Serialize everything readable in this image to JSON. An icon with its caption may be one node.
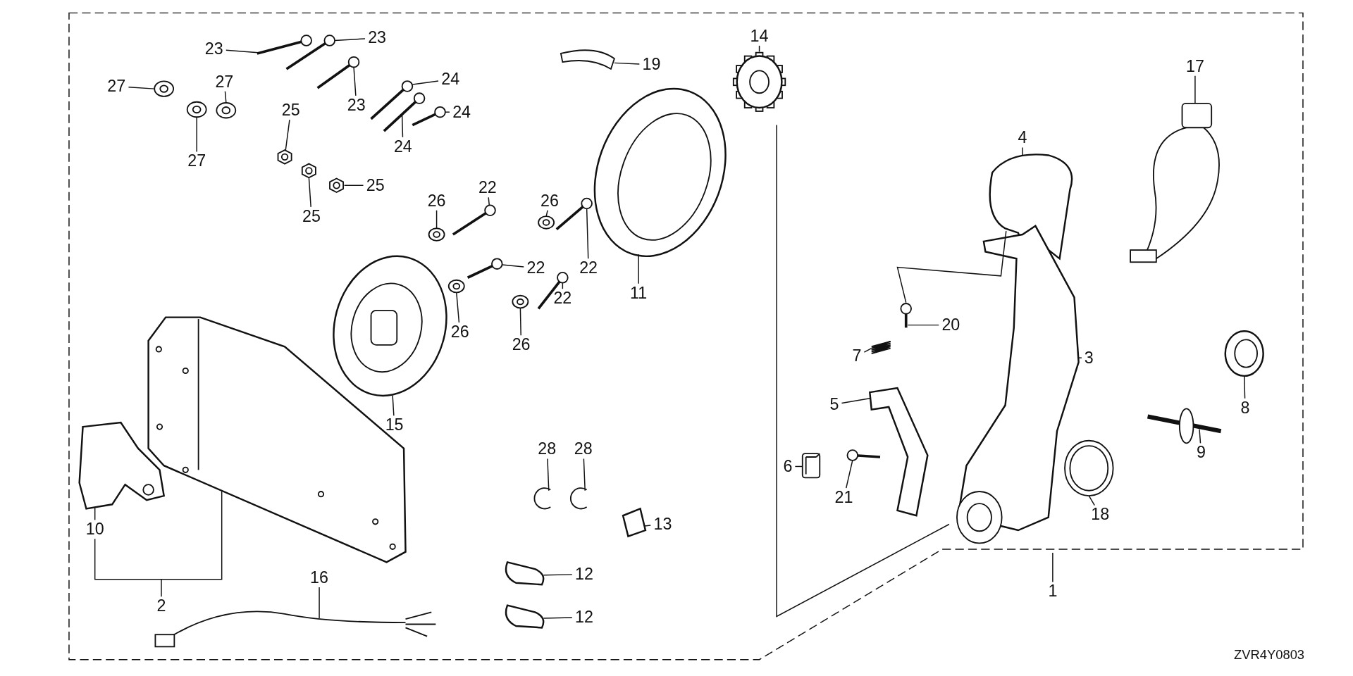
{
  "diagram": {
    "nodes": [
      {
        "text": [
          "23"
        ]
      },
      {
        "text": [
          "23"
        ]
      },
      {
        "text": [
          "19"
        ]
      },
      {
        "text": [
          "14"
        ]
      },
      {
        "text": [
          "17"
        ]
      },
      {
        "text": [
          "27"
        ]
      },
      {
        "text": [
          "27"
        ]
      },
      {
        "text": [
          "24"
        ]
      },
      {
        "text": [
          "23"
        ]
      },
      {
        "text": [
          "24"
        ]
      },
      {
        "text": [
          "24"
        ]
      },
      {
        "text": [
          "4"
        ]
      },
      {
        "text": [
          "27"
        ]
      },
      {
        "text": [
          "25"
        ]
      },
      {
        "text": [
          "25"
        ]
      },
      {
        "text": [
          "22"
        ]
      },
      {
        "text": [
          "26"
        ]
      },
      {
        "text": [
          "26"
        ]
      },
      {
        "text": [
          "25"
        ]
      },
      {
        "text": [
          "11"
        ]
      },
      {
        "text": [
          "22"
        ]
      },
      {
        "text": [
          "22"
        ]
      },
      {
        "text": [
          "22"
        ]
      },
      {
        "text": [
          "20"
        ]
      },
      {
        "text": [
          "26"
        ]
      },
      {
        "text": [
          "26"
        ]
      },
      {
        "text": [
          "7"
        ]
      },
      {
        "text": [
          "3"
        ]
      },
      {
        "text": [
          "8"
        ]
      },
      {
        "text": [
          "5"
        ]
      },
      {
        "text": [
          "15"
        ]
      },
      {
        "text": [
          "9"
        ]
      },
      {
        "text": [
          "28"
        ]
      },
      {
        "text": [
          "28"
        ]
      },
      {
        "text": [
          "6"
        ]
      },
      {
        "text": [
          "21"
        ]
      },
      {
        "text": [
          "18"
        ]
      },
      {
        "text": [
          "10"
        ]
      },
      {
        "text": [
          "13"
        ]
      },
      {
        "text": [
          "12"
        ]
      },
      {
        "text": [
          "16"
        ]
      },
      {
        "text": [
          "1"
        ]
      },
      {
        "text": [
          "2"
        ]
      },
      {
        "text": [
          "12"
        ]
      },
      {
        "text": [],
        "shape": "picture"
      },
      {
        "text": [],
        "shape": "picture"
      },
      {
        "text": [],
        "shape": "picture"
      },
      {
        "text": [],
        "shape": "picture"
      },
      {
        "text": [],
        "shape": "picture"
      },
      {
        "text": [],
        "shape": "picture"
      },
      {
        "text": [],
        "shape": "picture"
      },
      {
        "text": [],
        "shape": "picture"
      },
      {
        "text": [],
        "shape": "picture"
      },
      {
        "text": [],
        "shape": "picture"
      },
      {
        "text": [],
        "shape": "picture"
      },
      {
        "text": [],
        "shape": "picture"
      },
      {
        "text": [],
        "shape": "picture"
      },
      {
        "text": [],
        "shape": "picture"
      },
      {
        "text": [],
        "shape": "picture"
      },
      {
        "text": [],
        "shape": "picture"
      },
      {
        "text": [],
        "shape": "picture"
      },
      {
        "text": [],
        "shape": "picture"
      },
      {
        "text": [],
        "shape": "picture"
      },
      {
        "text": [],
        "shape": "picture"
      },
      {
        "text": [],
        "shape": "picture"
      },
      {
        "text": [],
        "shape": "picture"
      },
      {
        "text": [],
        "shape": "picture"
      },
      {
        "text": [],
        "shape": "picture"
      },
      {
        "text": [],
        "shape": "picture"
      },
      {
        "text": [],
        "shape": "picture"
      },
      {
        "text": [],
        "shape": "picture"
      },
      {
        "text": [],
        "shape": "picture"
      },
      {
        "text": [],
        "shape": "picture"
      },
      {
        "text": [],
        "shape": "picture"
      },
      {
        "text": [],
        "shape": "picture"
      },
      {
        "text": [],
        "shape": "picture"
      },
      {
        "text": [],
        "shape": "picture"
      },
      {
        "text": [],
        "shape": "picture"
      },
      {
        "text": [],
        "shape": "picture"
      },
      {
        "text": [],
        "shape": "picture"
      },
      {
        "text": [],
        "shape": "picture"
      },
      {
        "text": [],
        "shape": "picture"
      },
      {
        "text": [],
        "shape": "picture"
      },
      {
        "text": [],
        "shape": "picture"
      },
      {
        "text": [],
        "shape": "picture"
      },
      {
        "text": [],
        "shape": "picture"
      },
      {
        "text": [],
        "shape": "picture"
      }
    ],
    "edges": [
      {
        "from": 0,
        "to": 44,
        "arrow": "none"
      },
      {
        "from": 1,
        "to": 45,
        "arrow": "none"
      },
      {
        "from": 2,
        "to": 46,
        "arrow": "none"
      },
      {
        "from": 3,
        "to": 47,
        "arrow": "none"
      },
      {
        "from": 4,
        "to": 48,
        "arrow": "none"
      },
      {
        "from": 5,
        "to": 49,
        "arrow": "none"
      },
      {
        "from": 6,
        "to": 50,
        "arrow": "none"
      },
      {
        "from": 7,
        "to": 51,
        "arrow": "none"
      },
      {
        "from": 8,
        "to": 52,
        "arrow": "none"
      },
      {
        "from": 9,
        "to": 53,
        "arrow": "none"
      },
      {
        "from": 10,
        "to": 54,
        "arrow": "none"
      },
      {
        "from": 11,
        "to": 55,
        "arrow": "none"
      },
      {
        "from": 12,
        "to": 56,
        "arrow": "none"
      },
      {
        "from": 13,
        "to": 57,
        "arrow": "none"
      },
      {
        "from": 14,
        "to": 58,
        "arrow": "none"
      },
      {
        "from": 15,
        "to": 59,
        "arrow": "none"
      },
      {
        "from": 16,
        "to": 60,
        "arrow": "none"
      },
      {
        "from": 17,
        "to": 61,
        "arrow": "none"
      },
      {
        "from": 18,
        "to": 62,
        "arrow": "none"
      },
      {
        "from": 19,
        "to": 63,
        "arrow": "none"
      },
      {
        "from": 20,
        "to": 64,
        "arrow": "none"
      },
      {
        "from": 21,
        "to": 65,
        "arrow": "none"
      },
      {
        "from": 22,
        "to": 66,
        "arrow": "none"
      },
      {
        "from": 23,
        "to": 67,
        "arrow": "none"
      },
      {
        "from": 24,
        "to": 68,
        "arrow": "none"
      },
      {
        "from": 25,
        "to": 69,
        "arrow": "none"
      },
      {
        "from": 26,
        "to": 70,
        "arrow": "none"
      },
      {
        "from": 27,
        "to": 71,
        "arrow": "none"
      },
      {
        "from": 28,
        "to": 72,
        "arrow": "none"
      },
      {
        "from": 29,
        "to": 73,
        "arrow": "none"
      },
      {
        "from": 30,
        "to": 74,
        "arrow": "none"
      },
      {
        "from": 31,
        "to": 75,
        "arrow": "none"
      },
      {
        "from": 32,
        "to": 76,
        "arrow": "none"
      },
      {
        "from": 33,
        "to": 77,
        "arrow": "none"
      },
      {
        "from": 34,
        "to": 78,
        "arrow": "none"
      },
      {
        "from": 35,
        "to": 79,
        "arrow": "none"
      },
      {
        "from": 36,
        "to": 80,
        "arrow": "none"
      },
      {
        "from": 37,
        "to": 81,
        "arrow": "none"
      },
      {
        "from": 38,
        "to": 82,
        "arrow": "none"
      },
      {
        "from": 39,
        "to": 83,
        "arrow": "none"
      },
      {
        "from": 40,
        "to": 84,
        "arrow": "none"
      },
      {
        "from": 41,
        "to": null,
        "arrow": "none"
      },
      {
        "from": 42,
        "to": 37,
        "arrow": "none"
      },
      {
        "from": 42,
        "to": 85,
        "arrow": "none"
      },
      {
        "from": 43,
        "to": 86,
        "arrow": "none"
      },
      {
        "from": 67,
        "to": 55,
        "arrow": "none"
      }
    ],
    "labels": [
      "ZVR4Y0803"
    ]
  }
}
